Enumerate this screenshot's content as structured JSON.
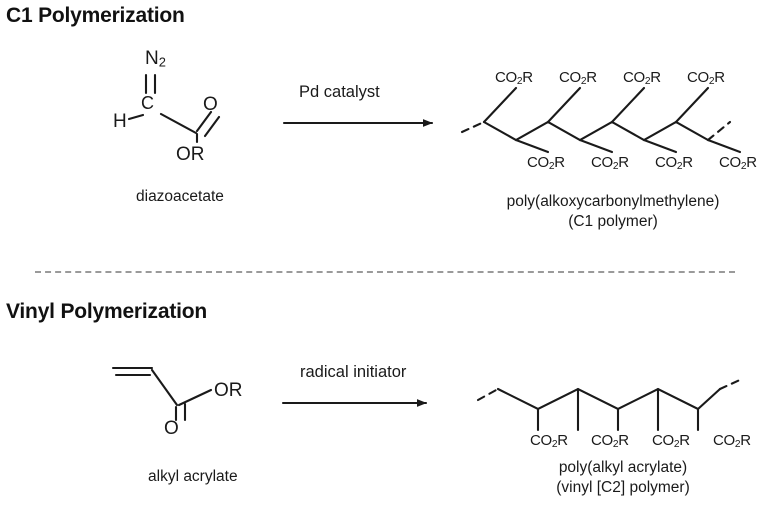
{
  "figure": {
    "background_color": "#ffffff",
    "line_color": "#1a1a1a",
    "divider_color": "#9a9a9a"
  },
  "sections": {
    "c1": {
      "title": "C1 Polymerization",
      "monomer": {
        "name": "diazoacetate",
        "atom_labels": {
          "n2": "N2",
          "n2_display": "N",
          "n2_sub": "2",
          "h": "H",
          "c": "C",
          "o": "O",
          "or": "OR"
        }
      },
      "arrow": {
        "condition": "Pd catalyst"
      },
      "product": {
        "caption_line1": "poly(alkoxycarbonylmethylene)",
        "caption_line2": "(C1 polymer)",
        "substituent_label": "CO2R",
        "substituent_prefix": "CO",
        "substituent_sub": "2",
        "substituent_suffix": "R",
        "top_substituents": [
          "CO2R",
          "CO2R",
          "CO2R",
          "CO2R"
        ],
        "bottom_substituents": [
          "CO2R",
          "CO2R",
          "CO2R",
          "CO2R"
        ]
      }
    },
    "vinyl": {
      "title": "Vinyl Polymerization",
      "monomer": {
        "name": "alkyl acrylate",
        "atom_labels": {
          "o": "O",
          "or": "OR"
        }
      },
      "arrow": {
        "condition": "radical initiator"
      },
      "product": {
        "caption_line1": "poly(alkyl acrylate)",
        "caption_line2": "(vinyl [C2] polymer)",
        "substituent_label": "CO2R",
        "substituent_prefix": "CO",
        "substituent_sub": "2",
        "substituent_suffix": "R",
        "bottom_substituents": [
          "CO2R",
          "CO2R",
          "CO2R",
          "CO2R"
        ]
      }
    }
  }
}
